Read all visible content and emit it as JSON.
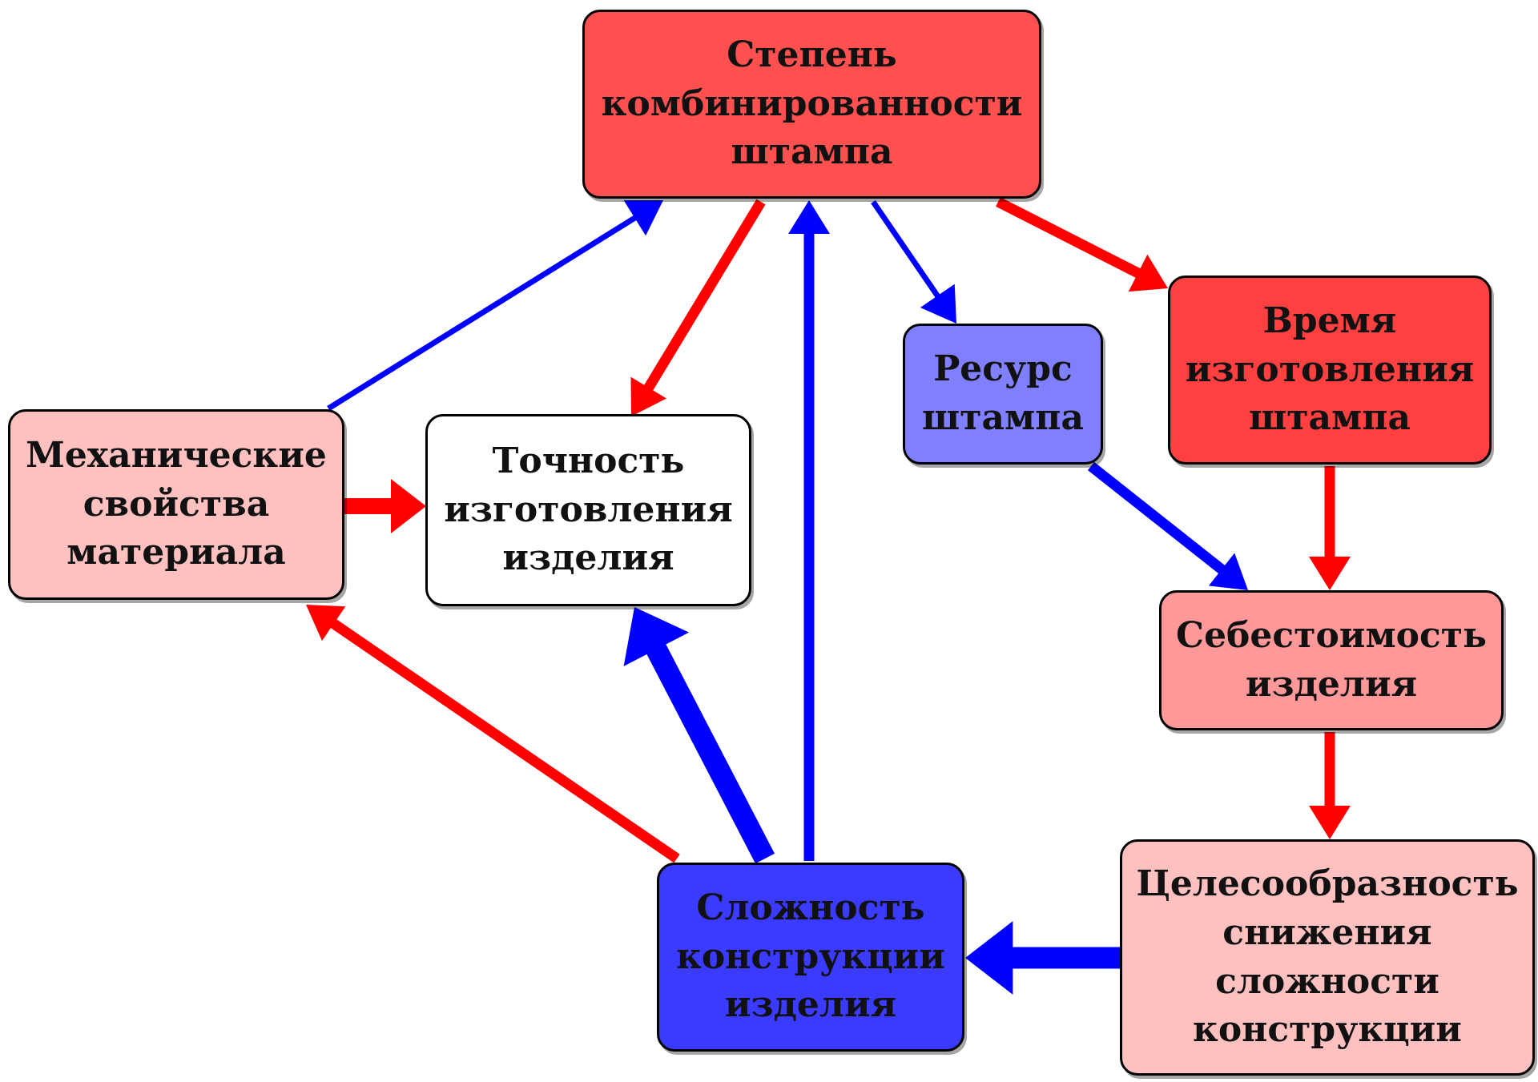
{
  "colors": {
    "red": "#ff0000",
    "blue": "#0000ff",
    "node_red_strong": "#ff5050",
    "node_red_dark": "#ff4040",
    "node_pink": "#ffc0c0",
    "node_pink_mid": "#ff9999",
    "node_white": "#ffffff",
    "node_lavender": "#8080ff",
    "node_blue": "#3b3bff"
  },
  "nodes": {
    "degree": {
      "label": "Степень\nкомбинированности\nштампа",
      "fill": "#ff5050"
    },
    "time": {
      "label": "Время\nизготовления\nштампа",
      "fill": "#ff4040"
    },
    "resource": {
      "label": "Ресурс\nштампа",
      "fill": "#8080ff"
    },
    "mech": {
      "label": "Механические\nсвойства\nматериала",
      "fill": "#ffc0c0"
    },
    "accuracy": {
      "label": "Точность\nизготовления\nизделия",
      "fill": "#ffffff"
    },
    "cost": {
      "label": "Себестоимость\nизделия",
      "fill": "#ff9999"
    },
    "complex": {
      "label": "Сложность\nконструкции\nизделия",
      "fill": "#3b3bff"
    },
    "feasible": {
      "label": "Целесообразность\nснижения\nсложности\nконструкции",
      "fill": "#ffc0c0"
    }
  },
  "edges": [
    {
      "from": "mech",
      "to": "degree",
      "color": "blue",
      "weight": "thin"
    },
    {
      "from": "degree",
      "to": "accuracy",
      "color": "red",
      "weight": "medium"
    },
    {
      "from": "complex",
      "to": "degree",
      "color": "blue",
      "weight": "medium"
    },
    {
      "from": "degree",
      "to": "resource",
      "color": "blue",
      "weight": "thin"
    },
    {
      "from": "degree",
      "to": "time",
      "color": "red",
      "weight": "medium"
    },
    {
      "from": "mech",
      "to": "accuracy",
      "color": "red",
      "weight": "thick"
    },
    {
      "from": "complex",
      "to": "mech",
      "color": "red",
      "weight": "medium"
    },
    {
      "from": "complex",
      "to": "accuracy",
      "color": "blue",
      "weight": "heavy"
    },
    {
      "from": "resource",
      "to": "cost",
      "color": "blue",
      "weight": "medium"
    },
    {
      "from": "time",
      "to": "cost",
      "color": "red",
      "weight": "medium"
    },
    {
      "from": "cost",
      "to": "feasible",
      "color": "red",
      "weight": "medium"
    },
    {
      "from": "feasible",
      "to": "complex",
      "color": "blue",
      "weight": "heavy"
    }
  ]
}
